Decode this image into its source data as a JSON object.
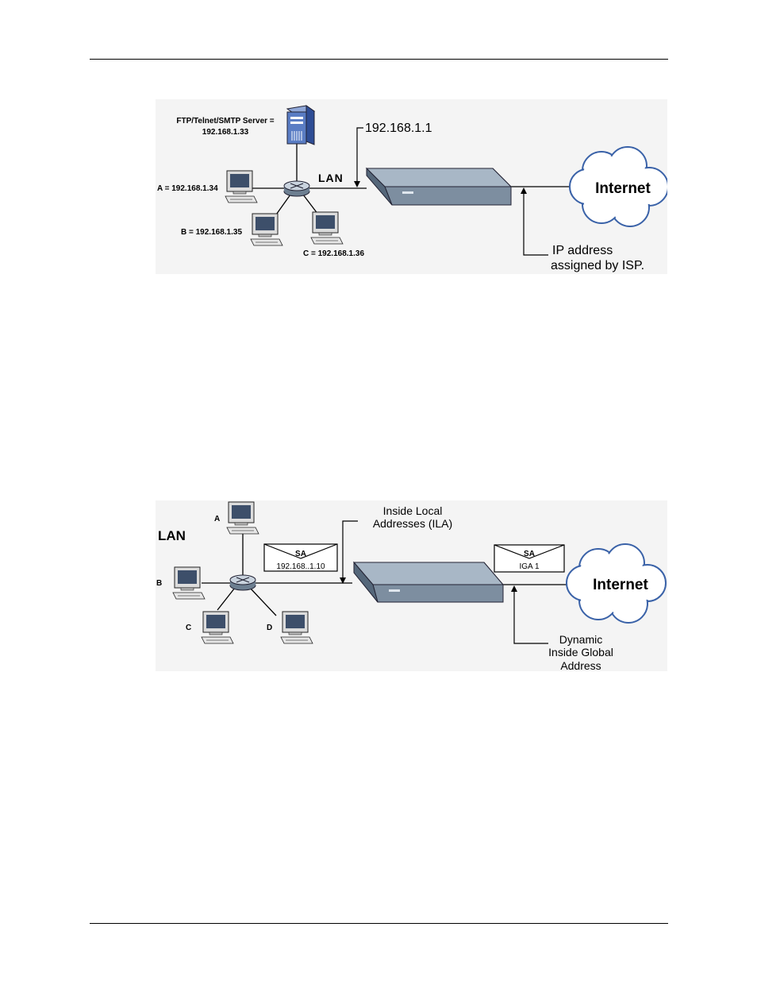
{
  "figure1": {
    "server_label_line1": "FTP/Telnet/SMTP Server =",
    "server_label_line2": "192.168.1.33",
    "host_a": "A = 192.168.1.34",
    "host_b": "B = 192.168.1.35",
    "host_c": "C = 192.168.1.36",
    "lan_label": "LAN",
    "router_ip": "192.168.1.1",
    "internet_label": "Internet",
    "wan_note_line1": "IP address",
    "wan_note_line2": "assigned by ISP."
  },
  "figure2": {
    "lan_label": "LAN",
    "host_a": "A",
    "host_b": "B",
    "host_c": "C",
    "host_d": "D",
    "ila_line1": "Inside Local",
    "ila_line2": "Addresses (ILA)",
    "packet_left_label": "SA",
    "packet_left_addr": "192.168..1.10",
    "packet_right_label": "SA",
    "packet_right_addr": "IGA 1",
    "internet_label": "Internet",
    "iga_line1": "Dynamic",
    "iga_line2": "Inside Global",
    "iga_line3": "Address"
  },
  "colors": {
    "background": "#ffffff",
    "figure_bg": "#f4f4f4",
    "device_top": "#a8b7c6",
    "device_front": "#6d7f91",
    "cloud_outline": "#3a62a8",
    "server_blue": "#4d6fb8"
  }
}
